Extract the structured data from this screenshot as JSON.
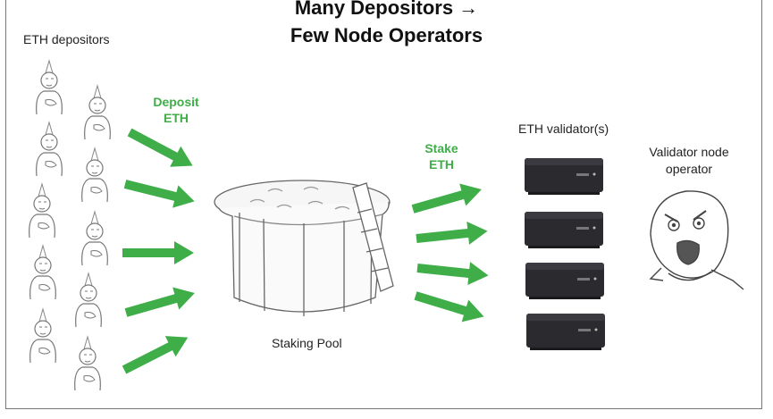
{
  "title": {
    "line1": "Many Depositors →",
    "line2": "Few Node Operators"
  },
  "labels": {
    "depositors": "ETH depositors",
    "deposit_line1": "Deposit",
    "deposit_line2": "ETH",
    "stake_line1": "Stake",
    "stake_line2": "ETH",
    "validators": "ETH validator(s)",
    "operator_line1": "Validator node",
    "operator_line2": "operator",
    "pool": "Staking Pool"
  },
  "colors": {
    "arrow": "#3fae49",
    "device": "#2b2b2f"
  },
  "icons": {
    "depositor": "person-figure-icon",
    "validator": "mini-pc-icon",
    "pool": "staking-pool-icon",
    "operator": "y-u-no-face-icon"
  }
}
